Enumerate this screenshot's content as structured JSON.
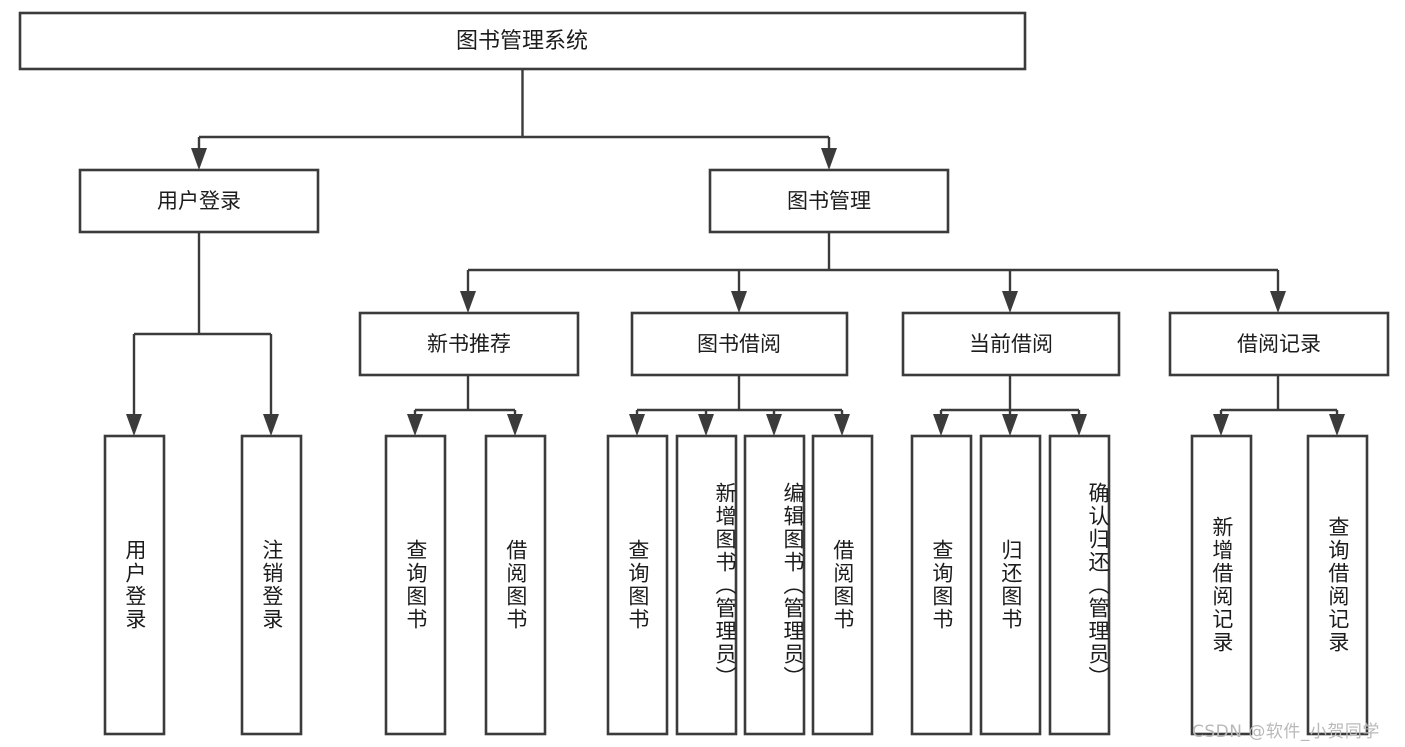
{
  "diagram": {
    "type": "tree-hierarchy",
    "title": "图书管理系统",
    "watermark": "CSDN @软件_小贺同学",
    "colors": {
      "stroke": "#3b3b3b",
      "fill": "#ffffff",
      "text": "#1c1c1c",
      "watermark": "#b9b9b9",
      "background": "#ffffff"
    },
    "root": {
      "label": "图书管理系统"
    },
    "level2": [
      {
        "label": "用户登录"
      },
      {
        "label": "图书管理"
      }
    ],
    "level3": [
      {
        "label": "新书推荐"
      },
      {
        "label": "图书借阅"
      },
      {
        "label": "当前借阅"
      },
      {
        "label": "借阅记录"
      }
    ],
    "leaves": {
      "user_login": [
        {
          "label": "用户登录"
        },
        {
          "label": "注销登录"
        }
      ],
      "new_book_recommend": [
        {
          "label": "查询图书"
        },
        {
          "label": "借阅图书"
        }
      ],
      "book_borrow": [
        {
          "label": "查询图书"
        },
        {
          "label": "新增图书（管理员）"
        },
        {
          "label": "编辑图书（管理员）"
        },
        {
          "label": "借阅图书"
        }
      ],
      "current_borrow": [
        {
          "label": "查询图书"
        },
        {
          "label": "归还图书"
        },
        {
          "label": "确认归还（管理员）"
        }
      ],
      "borrow_record": [
        {
          "label": "新增借阅记录"
        },
        {
          "label": "查询借阅记录"
        }
      ]
    }
  }
}
